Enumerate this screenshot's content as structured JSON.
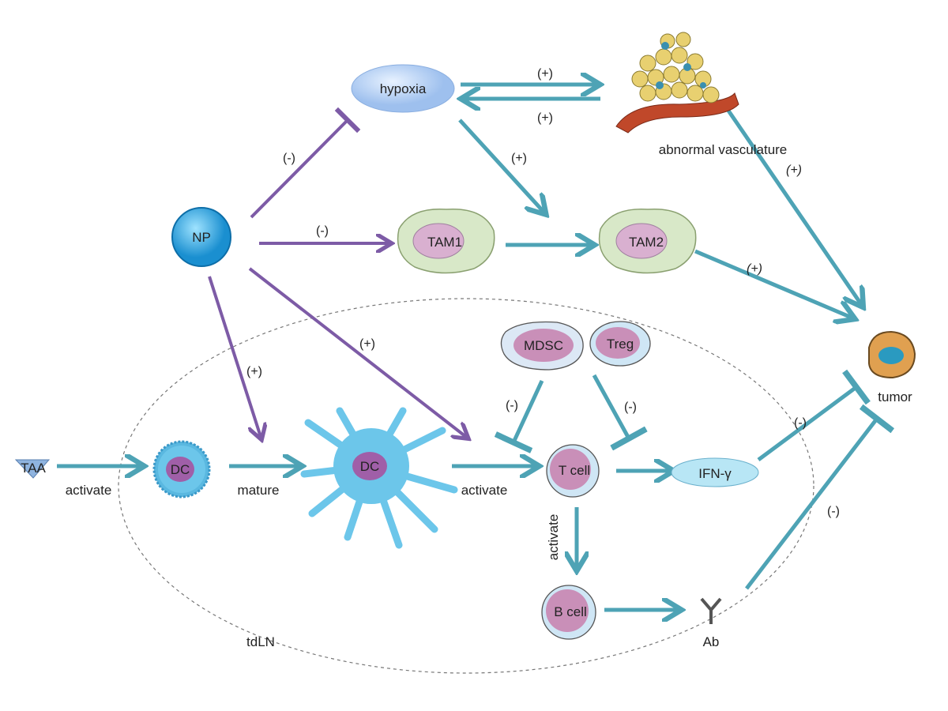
{
  "nodes": {
    "hypoxia": "hypoxia",
    "vasculature": "abnormal vasculature",
    "np": "NP",
    "tam1": "TAM1",
    "tam2": "TAM2",
    "tumor": "tumor",
    "mdsc": "MDSC",
    "treg": "Treg",
    "taa": "TAA",
    "dc_immature": "DC",
    "dc_mature": "DC",
    "tcell": "T cell",
    "ifn": "IFN-γ",
    "bcell": "B cell",
    "ab": "Ab",
    "tdln": "tdLN"
  },
  "edges": {
    "hypoxia_vasc": "(+)",
    "vasc_hypoxia": "(+)",
    "hypoxia_tam2": "(+)",
    "vasc_tumor": "(+)",
    "np_hypoxia": "(-)",
    "np_tam1": "(-)",
    "tam2_tumor": "(+)",
    "np_dc": "(+)",
    "np_tcell": "(+)",
    "mdsc_tcell": "(-)",
    "treg_ifn": "(-)",
    "ifn_tumor": "(-)",
    "ab_tumor": "(-)",
    "taa_dc": "activate",
    "dc_mature": "mature",
    "dc_tcell": "activate",
    "tcell_bcell": "activate"
  },
  "colors": {
    "stimulate": "#4ea3b5",
    "np_effect": "#7d5ba6",
    "tumor": "#e0a050",
    "cell_nucleus": "#c98fb8",
    "tam": "#d8e8c8"
  }
}
